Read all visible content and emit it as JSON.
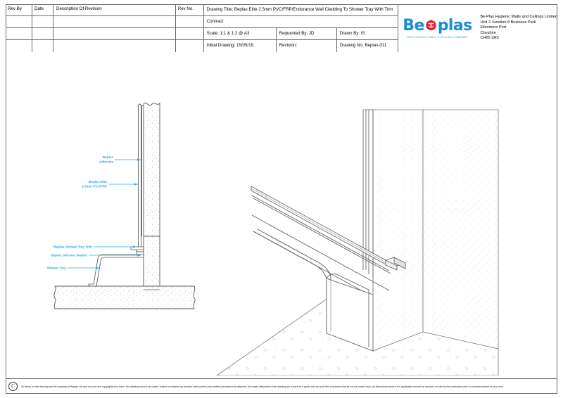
{
  "title_block": {
    "revision_table": {
      "headers": [
        "Rev By",
        "Date",
        "Description Of Revision",
        "Rev No."
      ],
      "rows": [
        [
          "",
          "",
          "",
          ""
        ],
        [
          "",
          "",
          "",
          ""
        ],
        [
          "",
          "",
          "",
          ""
        ]
      ]
    },
    "fields": {
      "drawing_title_label": "Drawing Title:",
      "drawing_title_value": "Beplas Elite 2.5mm PVC/FRP/Endurance Wall Cladding To Shower Tray With Trim",
      "contract_label": "Contract:",
      "contract_value": "",
      "scale_label": "Scale:",
      "scale_value": "1:1 & 1:2 @ A3",
      "requested_by_label": "Requested By:",
      "requested_by_value": "JD",
      "drawn_by_label": "Drawn By:",
      "drawn_by_value": "IS",
      "initial_drawing_label": "Initial Drawing:",
      "initial_drawing_value": "15/05/19",
      "revision_label": "Revision:",
      "revision_value": "",
      "drawing_no_label": "Drawing No.",
      "drawing_no_value": "Beplas-011"
    }
  },
  "brand": {
    "logo_left": "Be",
    "logo_right": "plas",
    "tagline": "THE HYGIENIC WALL & CEILING COMPANY",
    "logo_blue": "#1b8ed6",
    "logo_red": "#e8192c",
    "address_lines": [
      "Be-Plas Hygienic Walls and Ceilings Limited",
      "Unit 2 Junction 8 Business Park",
      "Ellesmere Port",
      "Cheshire",
      "CH65 3AS"
    ]
  },
  "drawing": {
    "annotation_color": "#29a7e0",
    "annotations": [
      {
        "id": "adhesive",
        "lines": [
          "Beplas",
          "Adhesive"
        ]
      },
      {
        "id": "panel",
        "lines": [
          "Beplas Elite",
          "2.5mm PVC/FRP"
        ]
      },
      {
        "id": "tray-trim",
        "lines": [
          "Beplas Shower Tray Trim"
        ]
      },
      {
        "id": "sealant",
        "lines": [
          "Beplas Silicone Sealant"
        ]
      },
      {
        "id": "shower-tray",
        "lines": [
          "Shower Tray"
        ]
      }
    ]
  },
  "footer": {
    "copyright_symbol": "C",
    "disclaimer": "All items on this drawing are the property of Beplas Ltd and as such are copyrighted by them. No drawing should be copied, edited or retained by another party unless prior written permission is obtained. All scales attached to this drawing are meant as a guide and as such this document should not be scaled from. All dimensions where it is applicable should be checked on site by the contractor prior to commencement of any work."
  }
}
